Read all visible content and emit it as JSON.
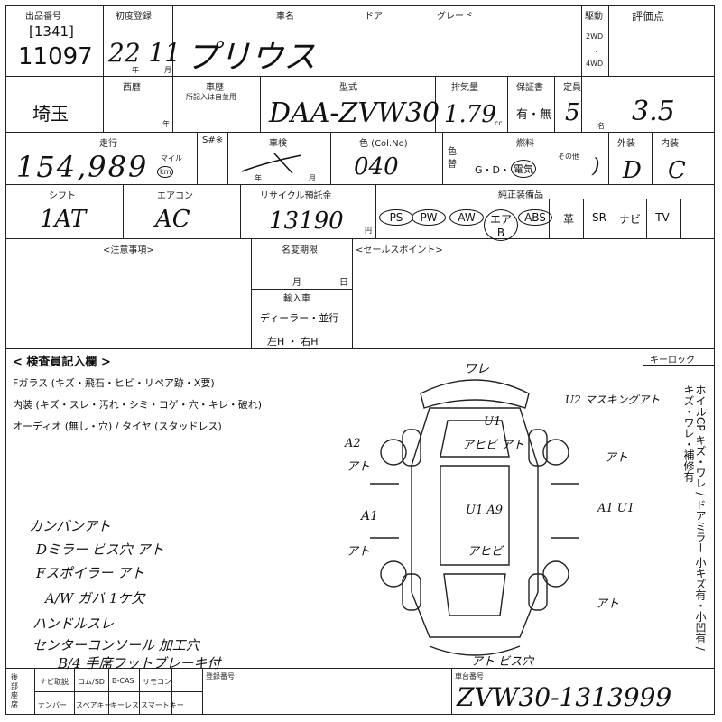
{
  "header": {
    "lot_no_label": "出品番号",
    "lot_code": "[1341]",
    "lot_no": "11097",
    "first_reg_label": "初度登録",
    "first_reg_value": "22 11",
    "year_unit": "年",
    "month_unit": "月",
    "car_name_label": "車名",
    "car_name": "プリウス",
    "door_label": "ドア",
    "grade_label": "グレード",
    "drive_label": "駆動",
    "drive_2wd": "2WD",
    "drive_4wd": "4WD",
    "grade_score_label": "評価点",
    "grade_score": "3.5"
  },
  "row2": {
    "region": "埼玉",
    "western_label": "西暦",
    "shaken_label": "車歴",
    "shaken_note": "所記入は自並用",
    "year_char": "年",
    "model_label": "型式",
    "model": "DAA-ZVW30",
    "displacement_label": "排気量",
    "displacement": "1.79",
    "cc": "cc",
    "warranty_label": "保証書",
    "warranty_value": "有・無",
    "capacity_label": "定員",
    "capacity": "5",
    "persons": "名"
  },
  "row3": {
    "mileage_label": "走行",
    "mileage": "154,989",
    "mile_label": "マイル",
    "km_label": "km",
    "s_label": "S#※",
    "inspection_label": "車検",
    "year_unit": "年",
    "month_unit": "月",
    "color_label": "色 (Col.No)",
    "color_no": "040",
    "color_change_label": "色替",
    "fuel_label": "燃料",
    "fuel_options": "G・D・",
    "fuel_hybrid": "電気",
    "fuel_other": "その他",
    "exterior_label": "外装",
    "exterior": "D",
    "interior_label": "内装",
    "interior": "C"
  },
  "row4": {
    "shift_label": "シフト",
    "shift": "1AT",
    "aircon_label": "エアコン",
    "aircon": "AC",
    "recycle_label": "リサイクル預託金",
    "recycle": "13190",
    "yen": "円",
    "equipment_label": "純正装備品",
    "equipment": [
      "PS",
      "PW",
      "AW",
      "エアB",
      "ABS",
      "革",
      "SR",
      "ナビ",
      "TV"
    ]
  },
  "row5": {
    "caution_label": "<注意事項>",
    "registration_label": "名変期限",
    "month_label": "月",
    "day_label": "日",
    "import_label": "輸入車",
    "import_type": "ディーラー・並行",
    "handle": "左H ・ 右H",
    "sales_point_label": "<セールスポイント>"
  },
  "inspection": {
    "title": "< 検査員記入欄 >",
    "line1": "Fガラス (キズ・飛石・ヒビ・リペア跡・X要)",
    "line2": "内装 (キズ・スレ・汚れ・シミ・コゲ・穴・キレ・破れ)",
    "line3": "オーディオ (無し・穴) / タイヤ (スタッドレス)",
    "keyless_label": "キーロック",
    "side_text": "ホイルCP キズ・ワレ / ドアミラー 小キズ有・小凹有 / キズ・ワレ・補修有",
    "notes": [
      "カンバンアト",
      "Dミラー ビス穴 アト",
      "Fスポイラー アト",
      "A/W ガバ 1ケ欠",
      "ハンドルスレ",
      "センターコンソール 加工穴",
      "B/4 手席フットブレーキ付"
    ],
    "diagram_marks": {
      "top": "ワレ",
      "u1_top": "U1",
      "a_hibi_front": "アヒビ アト",
      "u2_right": "U2 マスキングアト",
      "a2_left": "A2",
      "ato_left1": "アト",
      "ato_right1": "アト",
      "u1_roof": "U1 A9",
      "a1_left": "A1",
      "a1_right": "A1 U1",
      "ato_left2": "アト",
      "a_hibi_rear": "アヒビ",
      "ato_right2": "アト",
      "bottom": "アト ビス穴"
    }
  },
  "footer": {
    "rear_seat_label": "後部座席",
    "navi_label": "ナビ取説",
    "rom_label": "ロム/SD",
    "bcas_label": "B-CAS",
    "remocon_label": "リモコン",
    "number_label": "ナンバー",
    "spare_key_label": "スペアキー",
    "keyless_label": "キーレス",
    "smart_key_label": "スマートキー",
    "reg_no_label": "登録番号",
    "chassis_label": "車台番号",
    "chassis": "ZVW30-1313999"
  }
}
